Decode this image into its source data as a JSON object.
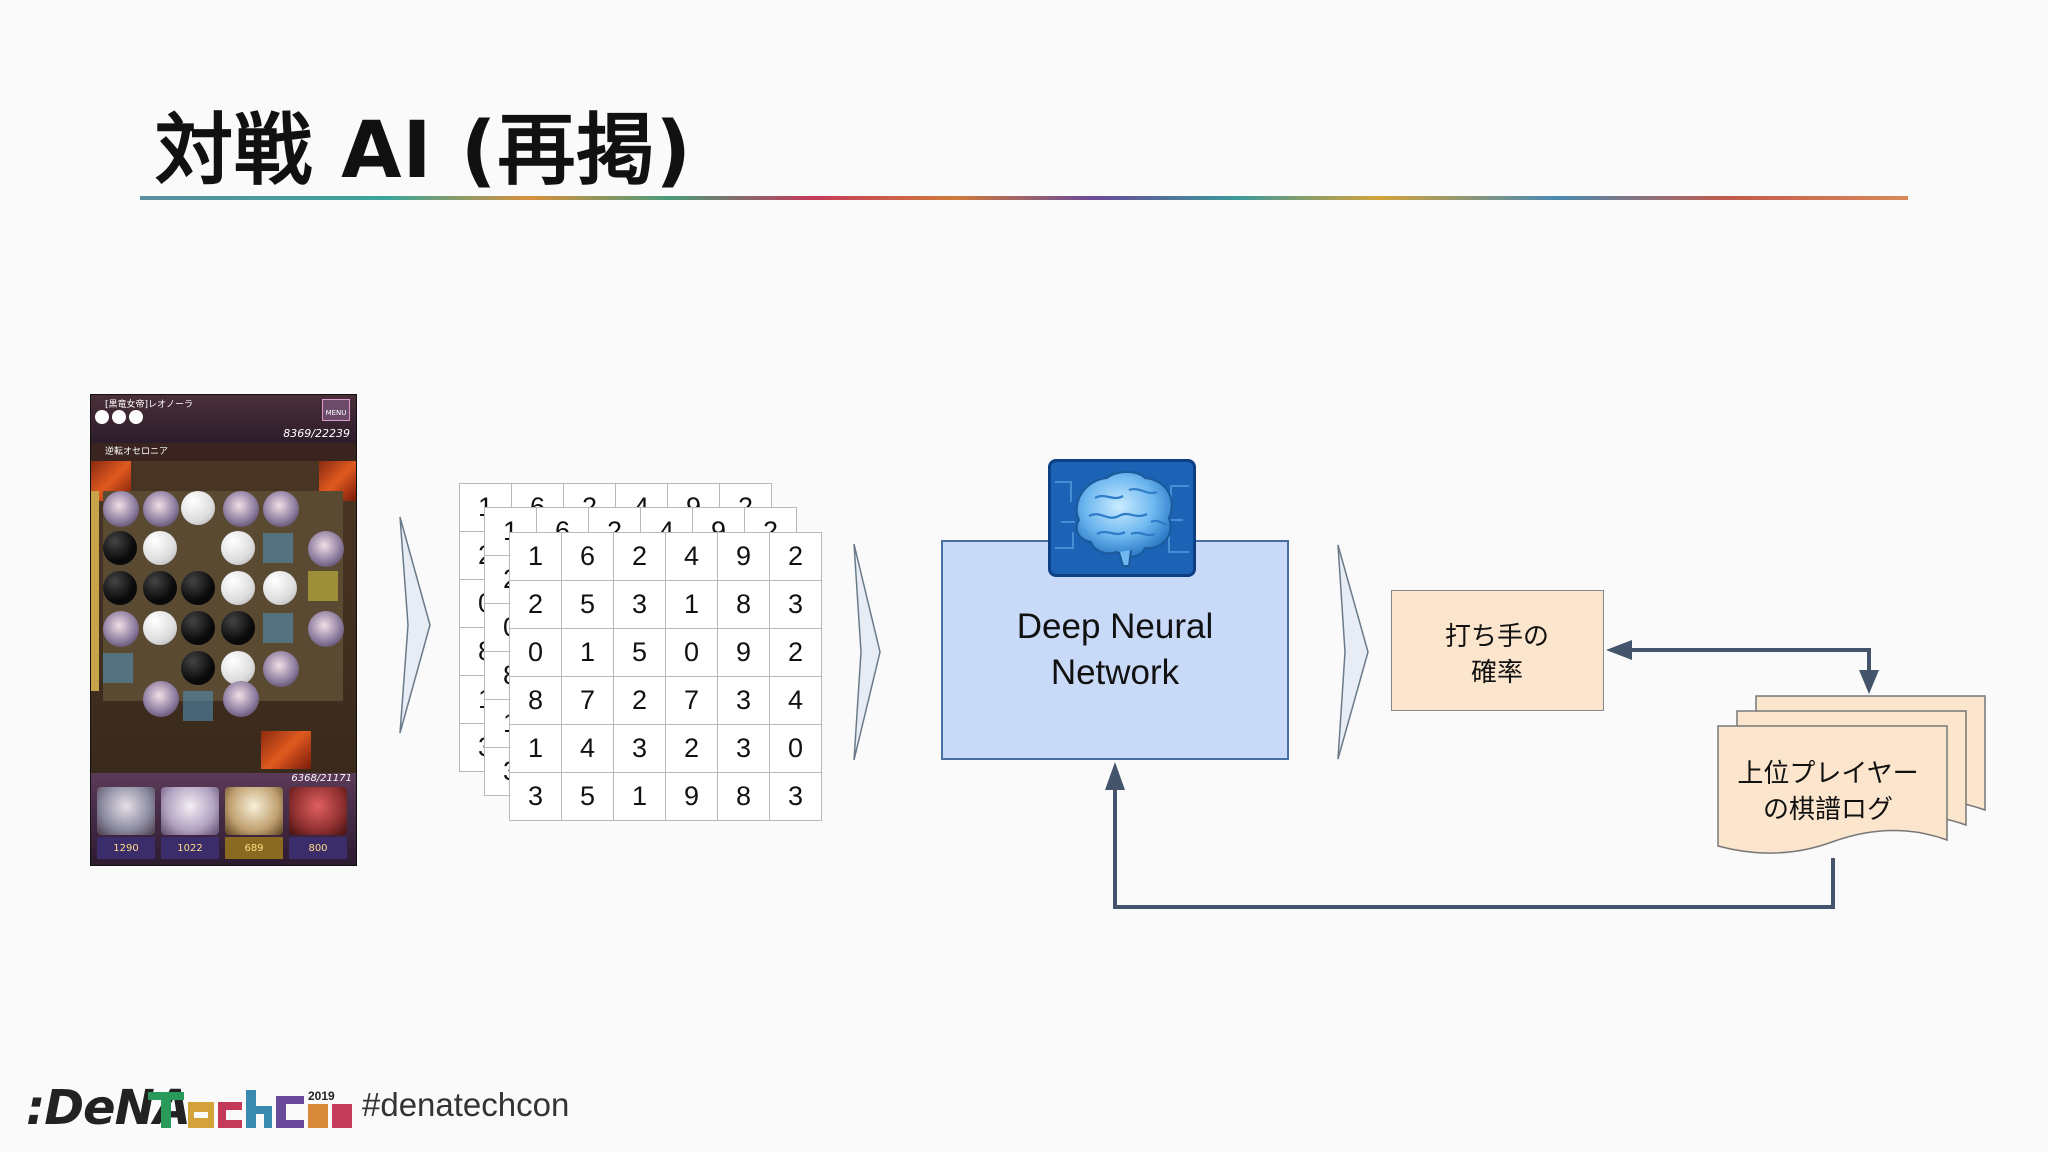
{
  "slide": {
    "title": "対戦 AI (再掲)"
  },
  "matrices": {
    "front_rows": [
      [
        "1",
        "6",
        "2",
        "4",
        "9",
        "2"
      ],
      [
        "2",
        "5",
        "3",
        "1",
        "8",
        "3"
      ],
      [
        "0",
        "1",
        "5",
        "0",
        "9",
        "2"
      ],
      [
        "8",
        "7",
        "2",
        "7",
        "3",
        "4"
      ],
      [
        "1",
        "4",
        "3",
        "2",
        "3",
        "0"
      ],
      [
        "3",
        "5",
        "1",
        "9",
        "8",
        "3"
      ]
    ]
  },
  "dnn": {
    "line1": "Deep Neural",
    "line2": "Network",
    "icon": "brain-icon"
  },
  "probability_box": {
    "line1": "打ち手の",
    "line2": "確率"
  },
  "log_document": {
    "line1": "上位プレイヤー",
    "line2": "の棋譜ログ"
  },
  "game_screenshot": {
    "player_name": "[黒竜女帝]レオノーラ",
    "skill_name": "逆転オセロニア",
    "menu_label": "MENU",
    "enemy_hp": "8369/22239",
    "player_hp": "6368/21171",
    "stats": [
      "1290",
      "1022",
      "689",
      "800"
    ]
  },
  "footer": {
    "brand": ":DeNA",
    "event": "TechCon 2019",
    "hashtag": "#denatechcon"
  },
  "colors": {
    "dnn_fill": "#c9daf8",
    "dnn_border": "#4a6fa5",
    "prob_fill": "#fce5cd",
    "arrow": "#44546a",
    "brain_bg": "#1d63b5"
  }
}
